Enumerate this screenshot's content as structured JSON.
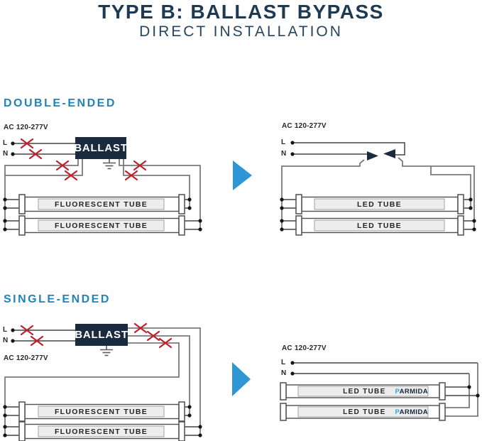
{
  "header": {
    "title": "TYPE B: BALLAST BYPASS",
    "subtitle": "DIRECT INSTALLATION"
  },
  "sections": {
    "double_ended": {
      "heading": "DOUBLE-ENDED"
    },
    "single_ended": {
      "heading": "SINGLE-ENDED"
    }
  },
  "labels": {
    "supply_voltage": "AC 120-277V",
    "line": "L",
    "neutral": "N",
    "ballast": "BALLAST",
    "fluorescent_tube": "FLUORESCENT TUBE",
    "led_tube": "LED TUBE"
  },
  "brand": {
    "first_letter": "P",
    "rest": "ARMIDA"
  },
  "colors": {
    "heading_navy": "#1d3a52",
    "section_blue": "#2382b6",
    "arrow_blue": "#2e96d4",
    "ballast_navy": "#1a2b40",
    "cross_red": "#c2202b",
    "brand_blue": "#2ba7df",
    "tube_band_gray": "#ededed"
  }
}
